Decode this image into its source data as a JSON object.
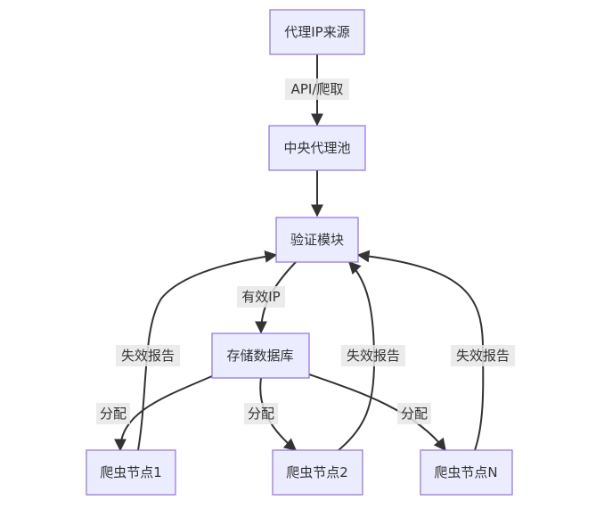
{
  "nodes": {
    "source": "代理IP来源",
    "pool": "中央代理池",
    "verify": "验证模块",
    "storage": "存储数据库",
    "crawler1": "爬虫节点1",
    "crawler2": "爬虫节点2",
    "crawlerN": "爬虫节点N"
  },
  "edges": {
    "source_to_pool": "API/爬取",
    "verify_to_storage": "有效IP",
    "storage_to_c1": "分配",
    "storage_to_c2": "分配",
    "storage_to_cN": "分配",
    "c1_to_verify": "失效报告",
    "c2_to_verify": "失效报告",
    "cN_to_verify": "失效报告"
  },
  "colors": {
    "node_fill": "#ECECFF",
    "node_stroke": "#9370DB",
    "edge": "#333333",
    "label_bg": "#E8E8E8"
  }
}
